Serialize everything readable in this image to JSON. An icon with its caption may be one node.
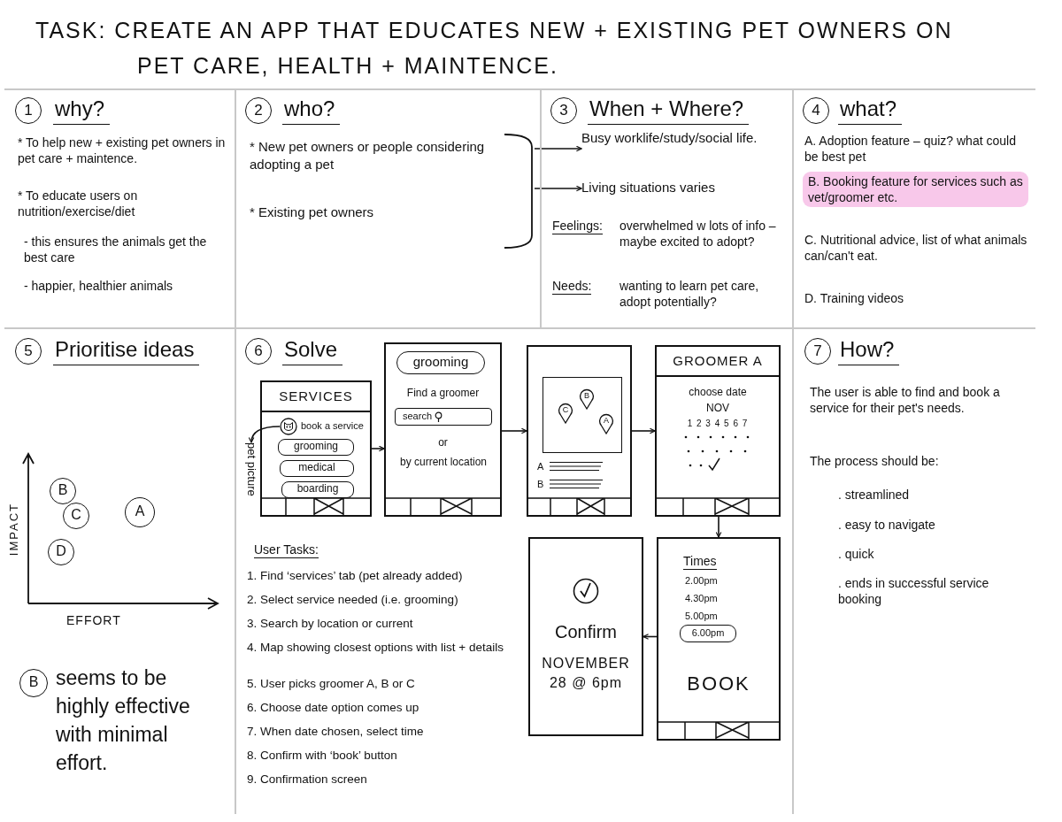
{
  "diagram": {
    "title": "TASK: CREATE AN APP THAT EDUCATES NEW + EXISTING PET OWNERS ON PET CARE, HEALTH + MAINTENCE.",
    "nodes": [
      {
        "text": [
          "why?",
          "* To help new + existing pet owners in pet care + maintence.",
          "* To educate users on nutrition/exercise/diet",
          "- this ensures the animals get the best care",
          "- happier, healthier animals"
        ]
      },
      {
        "text": [
          "1"
        ],
        "in": 0
      },
      {
        "text": [
          "who?"
        ]
      },
      {
        "text": [
          "2"
        ],
        "in": 2
      },
      {
        "text": [
          "* New pet owners or people considering adopting a pet",
          "* Existing pet owners"
        ],
        "in": 2
      },
      {
        "text": [
          "When + Where?",
          "Feelings:",
          "overwhelmed w lots of info – maybe excited to adopt?",
          "Needs:",
          "wanting to learn pet care, adopt potentially?"
        ]
      },
      {
        "text": [
          "3"
        ],
        "in": 5
      },
      {
        "text": [
          "Busy worklife/study/social life."
        ],
        "in": 5
      },
      {
        "text": [
          "Living situations varies"
        ],
        "in": 5
      },
      {
        "text": [
          "what?",
          "A. Adoption feature – quiz? what could be best pet",
          "B. Booking feature for services such as vet/groomer etc.",
          "C. Nutritional advice, list of what animals can/can't eat.",
          "D. Training videos"
        ]
      },
      {
        "text": [
          "4"
        ],
        "in": 9
      },
      {
        "text": [
          "Prioritise ideas"
        ]
      },
      {
        "text": [
          "5"
        ],
        "in": 11
      },
      {
        "text": [
          "B"
        ],
        "in": 11
      },
      {
        "text": [
          "C"
        ],
        "in": 11
      },
      {
        "text": [
          "A"
        ],
        "in": 11
      },
      {
        "text": [
          "D"
        ],
        "in": 11
      },
      {
        "text": [
          "B"
        ],
        "in": 11,
        "beside": [
          "seems to be highly effective with minimal effort."
        ]
      },
      {
        "text": [
          "Solve",
          "User Tasks:",
          "1. Find ‘services’ tab (pet already added)",
          "2. Select service needed (i.e. grooming)",
          "3. Search by location or current",
          "4. Map showing closest options with list + details",
          "5. User picks groomer A, B or C",
          "6. Choose date option comes up",
          "7. When date chosen, select time",
          "8. Confirm with ‘book’ button",
          "9. Confirmation screen"
        ]
      },
      {
        "text": [
          "6"
        ],
        "in": 18
      },
      {
        "text": [
          "SERVICES",
          "book a service"
        ],
        "in": 18
      },
      {
        "text": [],
        "shape": "picture",
        "in": 20
      },
      {
        "text": [
          "grooming"
        ],
        "in": 20
      },
      {
        "text": [
          "medical"
        ],
        "in": 20
      },
      {
        "text": [
          "boarding"
        ],
        "in": 20
      },
      {
        "text": [
          "pet picture"
        ],
        "in": 18
      },
      {
        "text": [
          "Find a groomer",
          "or",
          "by current location"
        ],
        "in": 18
      },
      {
        "text": [
          "grooming"
        ],
        "in": 26
      },
      {
        "text": [
          "search"
        ],
        "in": 26
      },
      {
        "text": [
          "A",
          "B"
        ],
        "in": 18
      },
      {
        "text": [],
        "shape": "box",
        "in": 29
      },
      {
        "text": [
          "C"
        ],
        "in": 30
      },
      {
        "text": [
          "B"
        ],
        "in": 30
      },
      {
        "text": [
          "A"
        ],
        "in": 30
      },
      {
        "text": [
          "GROOMER A",
          "choose date",
          "NOV",
          "1 2 3 4 5 6 7"
        ],
        "in": 18
      },
      {
        "text": [
          "Times",
          "2.00pm",
          "4.30pm",
          "5.00pm",
          "BOOK"
        ],
        "in": 18
      },
      {
        "text": [
          "6.00pm"
        ],
        "in": 35
      },
      {
        "text": [
          "Confirm",
          "NOVEMBER 28 @ 6pm"
        ],
        "in": 18
      },
      {
        "text": [
          "How?",
          "The user is able to find and book a service for their pet's needs.",
          "The process should be:",
          ". streamlined",
          ". easy to navigate",
          ". quick",
          ". ends in successful service booking"
        ]
      },
      {
        "text": [
          "7"
        ],
        "in": 38
      }
    ],
    "edges": [
      {
        "from": 4,
        "to": 7,
        "arrow": "to"
      },
      {
        "from": 4,
        "to": 8,
        "arrow": "to"
      },
      {
        "from": 21,
        "to": 25,
        "arrow": "to"
      },
      {
        "from": 20,
        "to": 26,
        "arrow": "to"
      },
      {
        "from": 26,
        "to": 29,
        "arrow": "to"
      },
      {
        "from": 29,
        "to": 34,
        "arrow": "to"
      },
      {
        "from": 34,
        "to": 35,
        "arrow": "to"
      },
      {
        "from": 35,
        "to": 37,
        "arrow": "to"
      }
    ],
    "labels": [
      "IMPACT",
      "EFFORT"
    ]
  }
}
